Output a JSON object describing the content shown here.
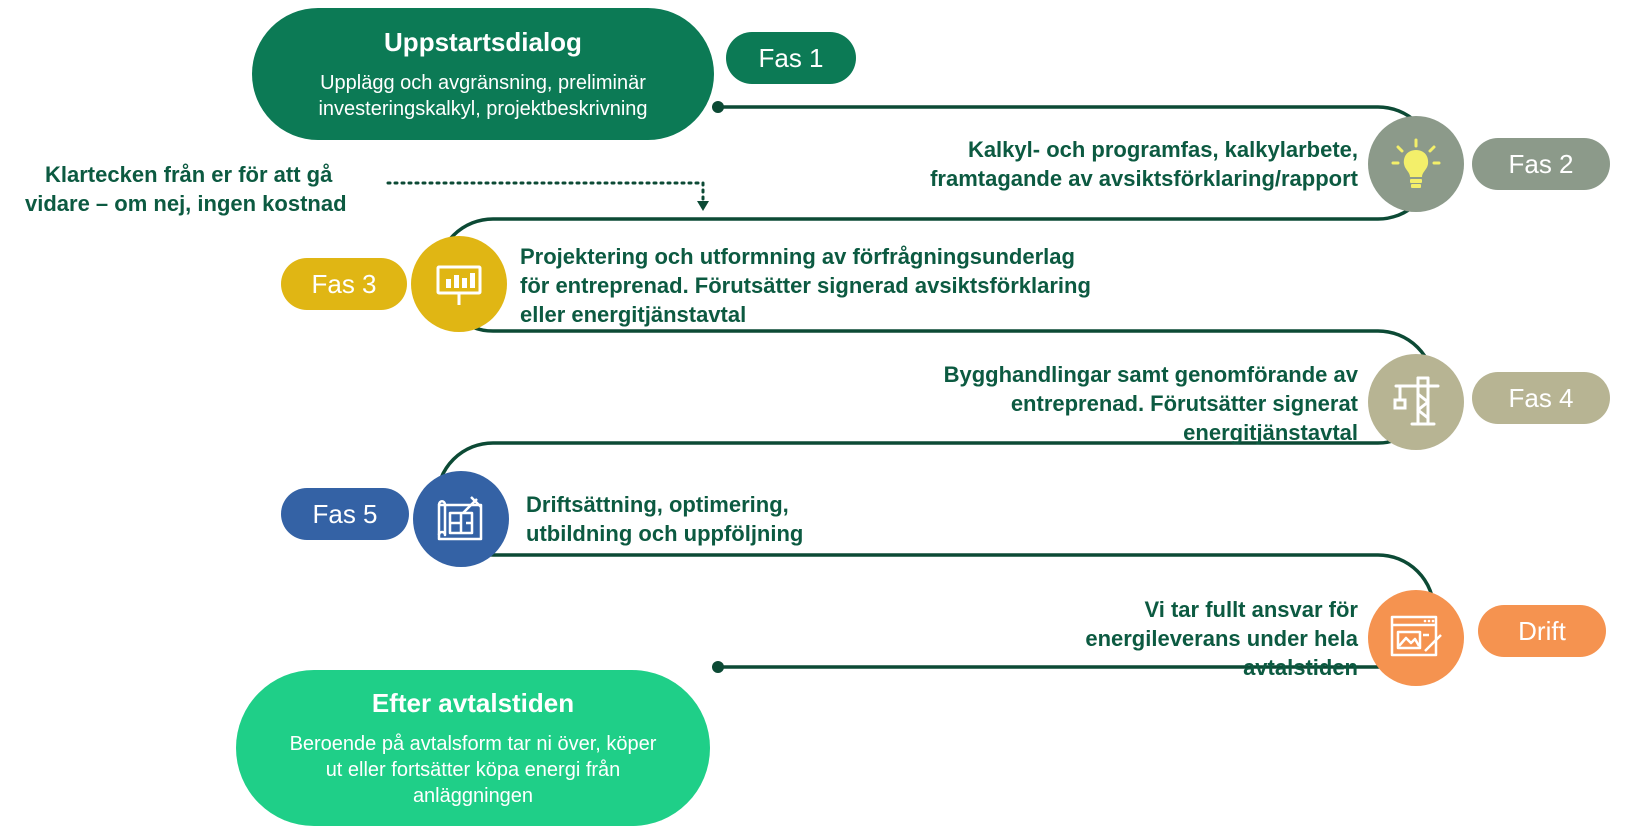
{
  "start": {
    "title": "Uppstartsdialog",
    "lines": [
      "Upplägg och avgränsning, preliminär",
      "investeringskalkyl, projektbeskrivning"
    ]
  },
  "note": {
    "lines": [
      "Klartecken från er för att gå",
      "vidare – om nej, ingen kostnad"
    ]
  },
  "phases": [
    {
      "label": "Fas 1",
      "color": "#0c7a55"
    },
    {
      "label": "Fas 2",
      "color": "#8c9a8a",
      "icon": "lightbulb-icon",
      "lines": [
        "Kalkyl- och programfas, kalkylarbete,",
        "framtagande av avsiktsförklaring/rapport"
      ]
    },
    {
      "label": "Fas 3",
      "color": "#e0b614",
      "icon": "presentation-chart-icon",
      "lines": [
        "Projektering och utformning av förfrågningsunderlag",
        "för entreprenad. Förutsätter signerad avsiktsförklaring",
        "eller energitjänstavtal"
      ]
    },
    {
      "label": "Fas 4",
      "color": "#b7b493",
      "icon": "crane-icon",
      "lines": [
        "Bygghandlingar samt genomförande av",
        "entreprenad. Förutsätter signerat",
        "energitjänstavtal"
      ]
    },
    {
      "label": "Fas 5",
      "color": "#3462a5",
      "icon": "blueprint-icon",
      "lines": [
        "Driftsättning, optimering,",
        "utbildning och uppföljning"
      ]
    },
    {
      "label": "Drift",
      "color": "#f59350",
      "icon": "web-document-edit-icon",
      "lines": [
        "Vi tar fullt ansvar för",
        "energileverans under hela",
        "avtalstiden"
      ]
    }
  ],
  "end": {
    "title": "Efter avtalstiden",
    "lines": [
      "Beroende på avtalsform tar ni över, köper",
      "ut eller fortsätter köpa energi från",
      "anläggningen"
    ]
  },
  "colors": {
    "path": "#0c4a35",
    "text": "#0c5a41",
    "start_fill": "#0c7a55",
    "end_fill": "#1fcf88"
  }
}
